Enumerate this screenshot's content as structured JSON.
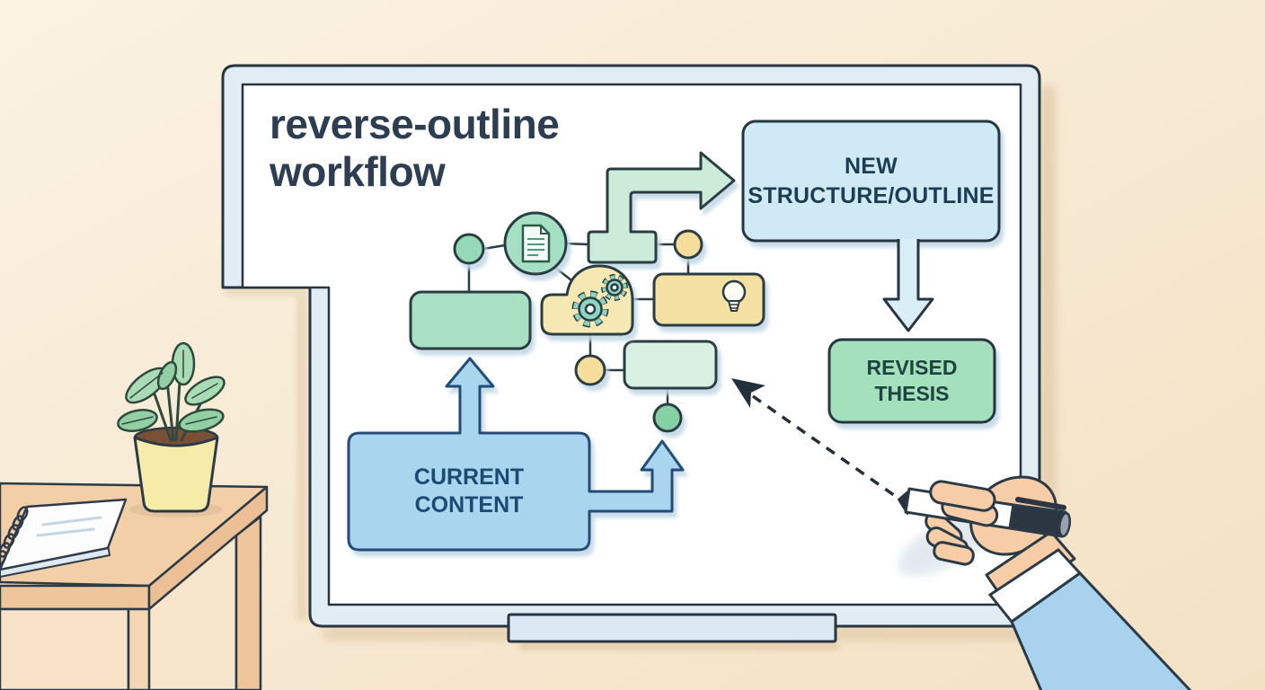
{
  "scene": {
    "description": "Flat illustration of a whiteboard on a wall showing a reverse-outline workflow diagram, with a hand holding a marker, a wooden side table, a spiral notebook and a potted plant",
    "wall_color": "#f8edd9",
    "outline_color": "#2b3a47"
  },
  "whiteboard": {
    "title": "reverse-outline\nworkflow",
    "title_color": "#2e3e52",
    "frame_color": "#e2ecf4",
    "surface_color": "#ffffff",
    "tray": "marker-tray"
  },
  "flowchart": {
    "boxes": [
      {
        "id": "current-content",
        "label": "CURRENT\nCONTENT",
        "fill": "#a9d5ef",
        "text_color": "#1b4a72"
      },
      {
        "id": "new-structure-outline",
        "label": "NEW\nSTRUCTURE/OUTLINE",
        "fill": "#cfe9f5",
        "text_color": "#1d3d52"
      },
      {
        "id": "revised-thesis",
        "label": "REVISED\nTHESIS",
        "fill": "#a5e0bd",
        "text_color": "#1d4440"
      }
    ],
    "icons": [
      {
        "name": "document-icon",
        "node": "large green circle"
      },
      {
        "name": "gears-icon",
        "node": "yellow blob"
      },
      {
        "name": "lightbulb-icon",
        "node": "yellow rectangle"
      }
    ],
    "node_colors": {
      "green_circle": "#96d9b8",
      "green_box": "#a7e0c3",
      "mint": "#cdebd9",
      "pale_mint": "#d9f0e2",
      "yellow": "#f4e0a2",
      "yellow_blob": "#f6e8b2",
      "deep_green_circle": "#85d1a5"
    },
    "arrow_colors": {
      "green_elbow_arrow": "#cdebd9",
      "blue_down_arrow": "#d9eef7",
      "blue_up_arrows": "#a9d5ef",
      "dashed_arrow": "#232f3a"
    },
    "connector_color": "#2a3d42"
  },
  "objects": {
    "plant": {
      "pot_color": "#f6eba8",
      "soil_color": "#7b4f35",
      "leaf_color": "#a9dbb5"
    },
    "notebook": {
      "cover_color": "#ffffff",
      "page_edge_color": "#dfe9f2"
    },
    "table": {
      "top_color": "#f2cfa6",
      "front_color": "#f8e3c8"
    },
    "hand": {
      "skin_color": "#f6cda6",
      "sleeve_color": "#a9d2ef",
      "cuff_color": "#ffffff",
      "marker_body": "#ffffff",
      "marker_cap": "#2b3642",
      "marker_cap_end": "#97a2ad"
    }
  }
}
